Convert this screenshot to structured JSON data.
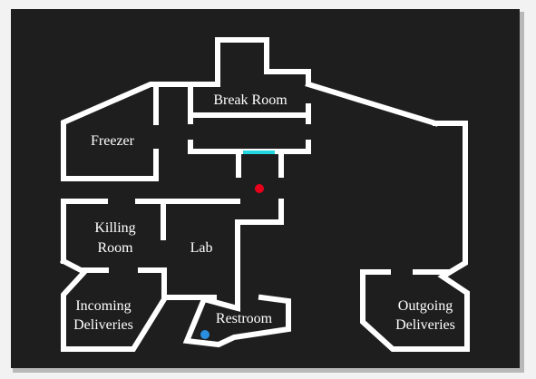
{
  "rooms": {
    "break_room": "Break Room",
    "freezer": "Freezer",
    "killing_room_line1": "Killing",
    "killing_room_line2": "Room",
    "lab": "Lab",
    "incoming_line1": "Incoming",
    "incoming_line2": "Deliveries",
    "restroom": "Restroom",
    "outgoing_line1": "Outgoing",
    "outgoing_line2": "Deliveries"
  },
  "markers": {
    "red_marker_color": "#e8001a",
    "blue_marker_color": "#2a8fe0",
    "door_highlight_color": "#22d7e0"
  },
  "colors": {
    "background": "#1e1e1e",
    "walls": "#ffffff"
  }
}
